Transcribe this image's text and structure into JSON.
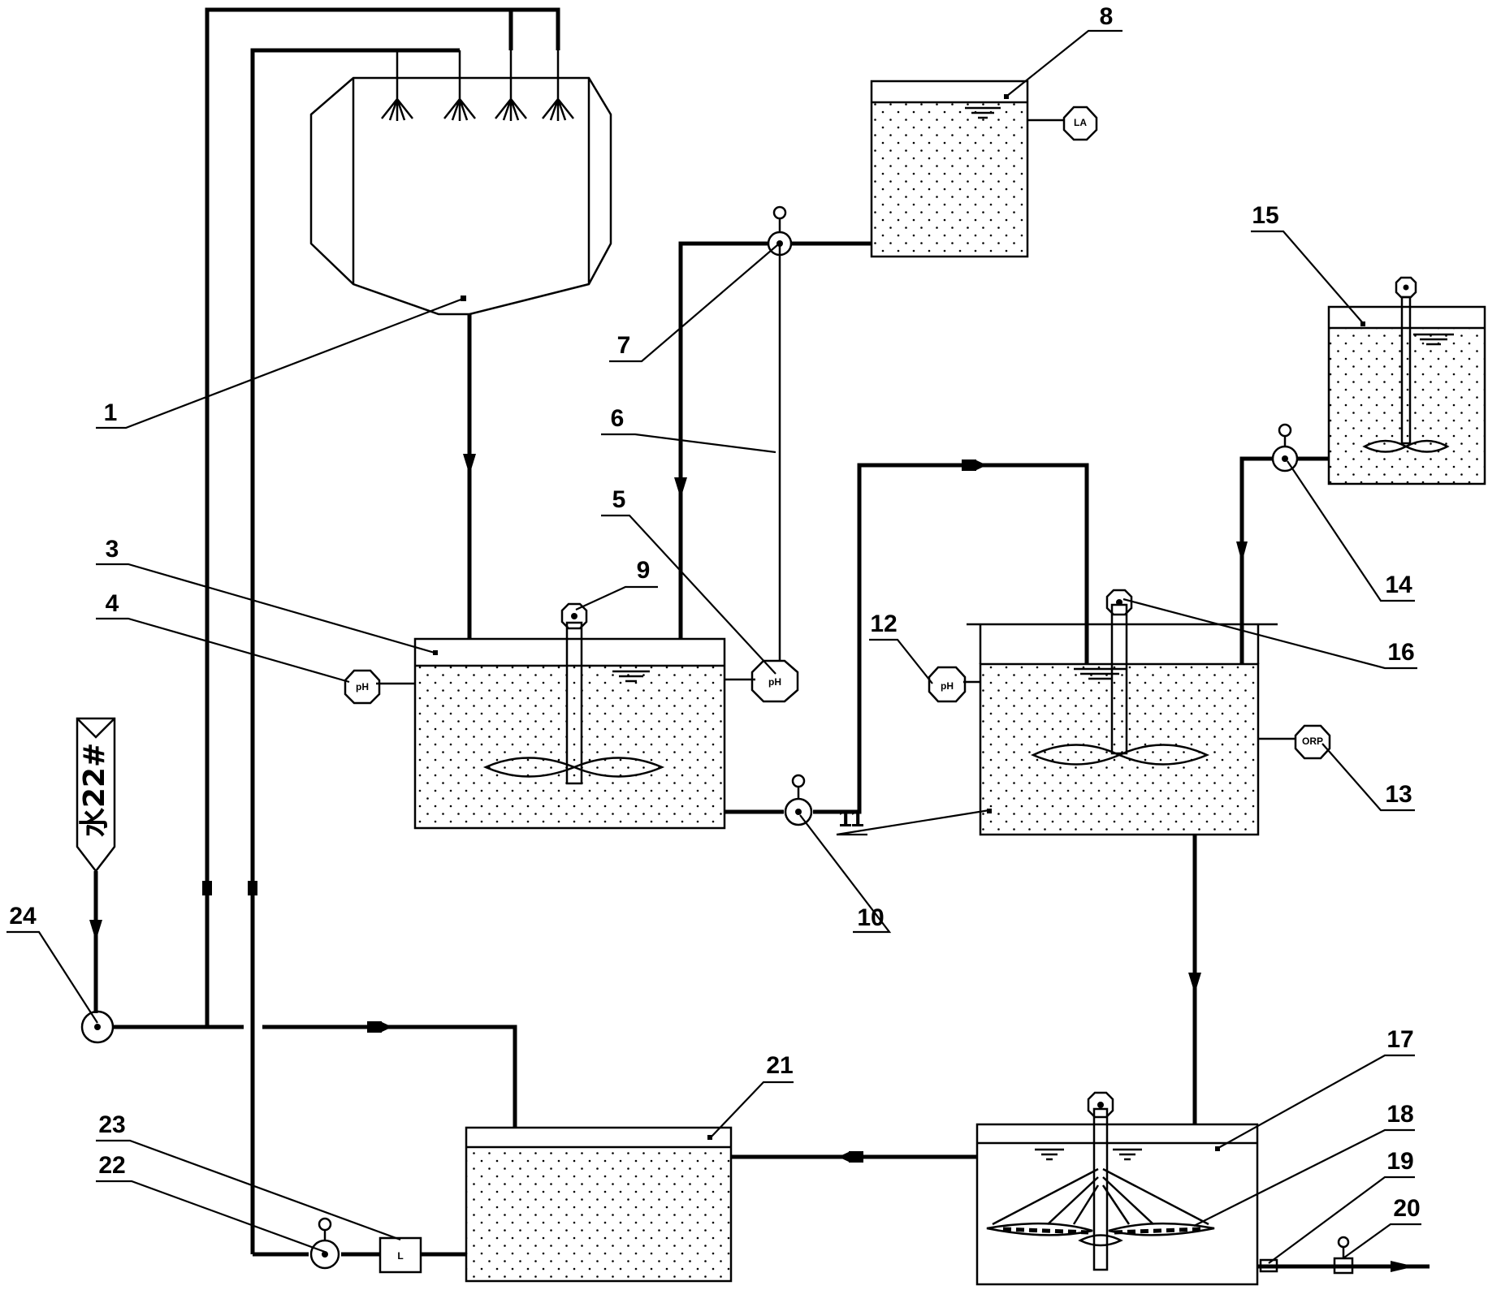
{
  "labels": {
    "n1": "1",
    "n3": "3",
    "n4": "4",
    "n5": "5",
    "n6": "6",
    "n7": "7",
    "n8": "8",
    "n9": "9",
    "n10": "10",
    "n11": "11",
    "n12": "12",
    "n13": "13",
    "n14": "14",
    "n15": "15",
    "n16": "16",
    "n17": "17",
    "n18": "18",
    "n19": "19",
    "n20": "20",
    "n21": "21",
    "n22": "22",
    "n23": "23",
    "n24": "24"
  },
  "inlet_text": "水22#",
  "instrument_marks": {
    "level_meter": "LA",
    "ph_meter_tank": "pH",
    "ph_meter_feed": "pH",
    "ph_meter_reactor": "pH",
    "orp_meter": "ORP",
    "flow_meter": "L"
  },
  "icons": [
    "motor-icon",
    "pump-icon",
    "valve-icon",
    "flow-arrow-icon",
    "spray-nozzle-icon",
    "agitator-icon",
    "water-level-icon"
  ]
}
